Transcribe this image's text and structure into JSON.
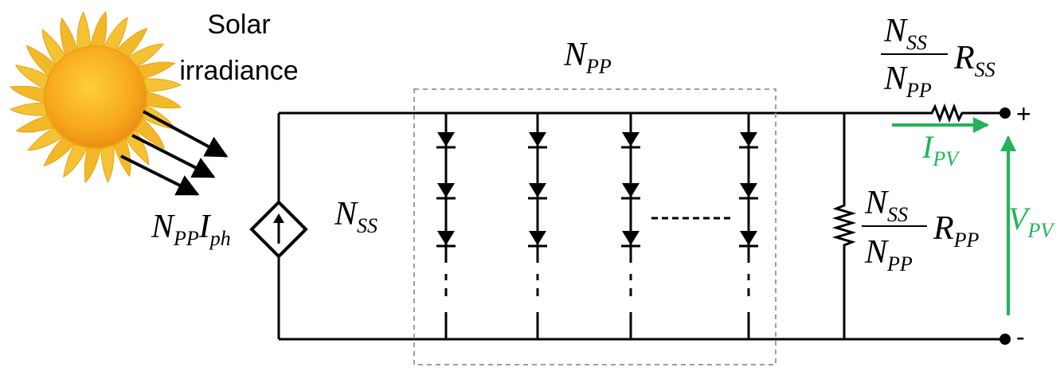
{
  "colors": {
    "wire": "#000000",
    "accent": "#22b35a",
    "sun_core": "#f7a81b",
    "sun_petal": "#f5c233",
    "dashed_box": "#9e9e9e"
  },
  "sun": {
    "label_line1": "Solar",
    "label_line2": "irradiance"
  },
  "source": {
    "label_main": "N",
    "label_sub": "PP",
    "label_main2": "I",
    "label_sub2": "ph"
  },
  "array": {
    "series_label_main": "N",
    "series_label_sub": "SS",
    "parallel_label_main": "N",
    "parallel_label_sub": "PP"
  },
  "shunt": {
    "num_main": "N",
    "num_sub": "SS",
    "den_main": "N",
    "den_sub": "PP",
    "r_main": "R",
    "r_sub": "PP"
  },
  "series_resistor": {
    "num_main": "N",
    "num_sub": "SS",
    "den_main": "N",
    "den_sub": "PP",
    "r_main": "R",
    "r_sub": "SS"
  },
  "output": {
    "current_main": "I",
    "current_sub": "PV",
    "voltage_main": "V",
    "voltage_sub": "PV",
    "plus": "+",
    "minus": "-"
  }
}
